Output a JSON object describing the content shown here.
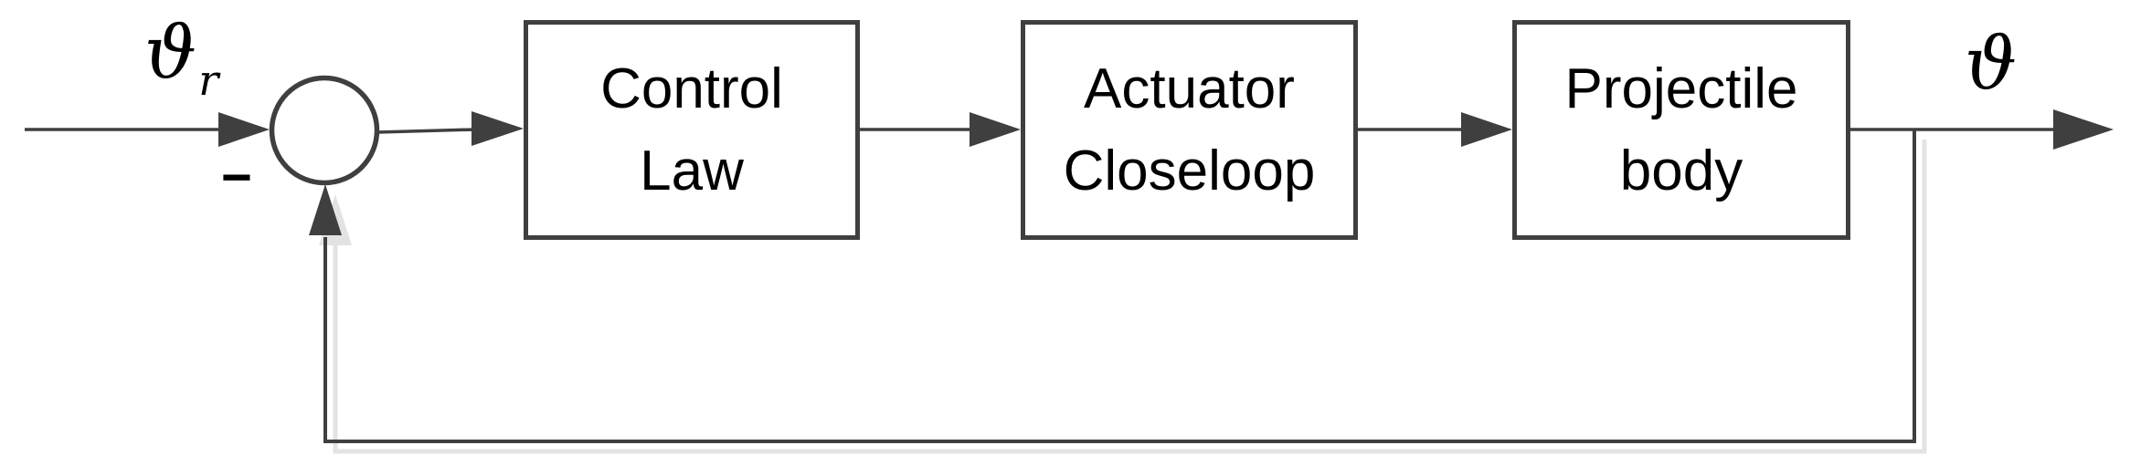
{
  "figure": {
    "type": "feedback-control-block-diagram",
    "description": "Closed-loop pitch control block diagram with negative feedback"
  },
  "blocks": [
    {
      "id": "control-law",
      "label": "Control\nLaw"
    },
    {
      "id": "actuator-closeloop",
      "label": "Actuator\nCloseloop"
    },
    {
      "id": "projectile-body",
      "label": "Projectile\nbody"
    }
  ],
  "labels": {
    "input": {
      "symbol": "ϑ",
      "subscript": "r"
    },
    "output": {
      "symbol": "ϑ"
    },
    "sum_sign": "−"
  },
  "colors": {
    "line": "#3f3f3f",
    "text": "#000000",
    "shadow": "#e3e3e3",
    "background": "#ffffff"
  }
}
